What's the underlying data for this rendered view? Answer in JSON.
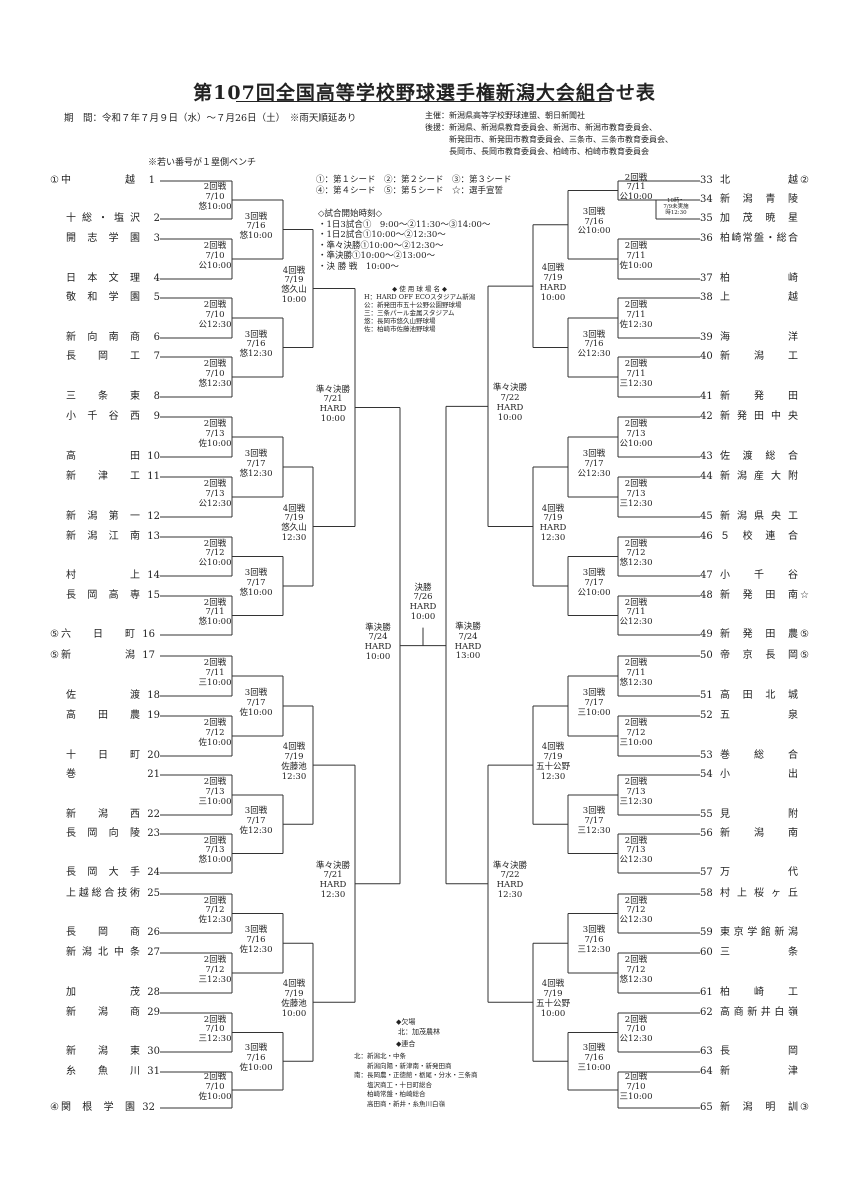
{
  "title": "第107回全国高等学校野球選手権新潟大会組合せ表",
  "period": "期　間：令和７年７月９日（水）～７月26日（土）　※雨天順延あり",
  "organizers": [
    "主催：新潟県高等学校野球連盟、朝日新聞社",
    "後援：新潟県、新潟県教育委員会、新潟市、新潟市教育委員会、",
    "　　　新発田市、新発田市教育委員会、三条市、三条市教育委員会、",
    "　　　長岡市、長岡市教育委員会、柏崎市、柏崎市教育委員会"
  ],
  "bench_note": "※若い番号が１塁側ベンチ",
  "seed_legend": [
    "①：第１シード　②：第２シード　③：第３シード",
    "④：第４シード　⑤：第５シード　☆：選手宣誓"
  ],
  "start_times": [
    "◇試合開始時刻◇",
    "・1日3試合①　9:00～②11:30～③14:00～",
    "・1日2試合①10:00～②12:30～",
    "・準々決勝①10:00～②12:30～",
    "・準決勝①10:00～②13:00～",
    "・決 勝 戦　10:00～"
  ],
  "venues": [
    "◆ 使 用 球 場 名 ◆",
    "H：HARD OFF ECOスタジアム新潟",
    "公：新発田市五十公野公園野球場",
    "三：三条パール金属スタジアム",
    "悠：長岡市悠久山野球場",
    "佐：柏崎市佐藤池野球場"
  ],
  "absent_title": "◆欠場",
  "absent": "北：加茂農林",
  "combined_title": "◆連合",
  "combined": [
    "北：新潟北・中条",
    "　　新潟向陽・新津南・新発田商",
    "南：長岡農・正徳館・栃尾・分水・三条商",
    "　　塩沢商工・十日町総合",
    "　　柏崎常盤・柏崎総合",
    "　　高田商・新井・糸魚川白嶺"
  ],
  "rainout_note": [
    "10時～",
    "7/9未実施",
    "時12:30"
  ],
  "left_teams": [
    {
      "num": "1",
      "name": "中越",
      "seed": "①"
    },
    {
      "num": "2",
      "name": "十総・塩沢",
      "seed": ""
    },
    {
      "num": "3",
      "name": "開志学園",
      "seed": ""
    },
    {
      "num": "4",
      "name": "日本文理",
      "seed": ""
    },
    {
      "num": "5",
      "name": "敬和学園",
      "seed": ""
    },
    {
      "num": "6",
      "name": "新向南商",
      "seed": ""
    },
    {
      "num": "7",
      "name": "長岡工",
      "seed": ""
    },
    {
      "num": "8",
      "name": "三条東",
      "seed": ""
    },
    {
      "num": "9",
      "name": "小千谷西",
      "seed": ""
    },
    {
      "num": "10",
      "name": "高田",
      "seed": ""
    },
    {
      "num": "11",
      "name": "新津工",
      "seed": ""
    },
    {
      "num": "12",
      "name": "新潟第一",
      "seed": ""
    },
    {
      "num": "13",
      "name": "新潟江南",
      "seed": ""
    },
    {
      "num": "14",
      "name": "村上",
      "seed": ""
    },
    {
      "num": "15",
      "name": "長岡高専",
      "seed": ""
    },
    {
      "num": "16",
      "name": "六日町",
      "seed": "⑤"
    },
    {
      "num": "17",
      "name": "新潟",
      "seed": "⑤"
    },
    {
      "num": "18",
      "name": "佐渡",
      "seed": ""
    },
    {
      "num": "19",
      "name": "高田農",
      "seed": ""
    },
    {
      "num": "20",
      "name": "十日町",
      "seed": ""
    },
    {
      "num": "21",
      "name": "巻",
      "seed": ""
    },
    {
      "num": "22",
      "name": "新潟西",
      "seed": ""
    },
    {
      "num": "23",
      "name": "長岡向陵",
      "seed": ""
    },
    {
      "num": "24",
      "name": "長岡大手",
      "seed": ""
    },
    {
      "num": "25",
      "name": "上越総合技術",
      "seed": ""
    },
    {
      "num": "26",
      "name": "長岡商",
      "seed": ""
    },
    {
      "num": "27",
      "name": "新潟北中条",
      "seed": ""
    },
    {
      "num": "28",
      "name": "加茂",
      "seed": ""
    },
    {
      "num": "29",
      "name": "新潟商",
      "seed": ""
    },
    {
      "num": "30",
      "name": "新潟東",
      "seed": ""
    },
    {
      "num": "31",
      "name": "糸魚川",
      "seed": ""
    },
    {
      "num": "32",
      "name": "関根学園",
      "seed": "④"
    }
  ],
  "right_teams": [
    {
      "num": "33",
      "name": "北越",
      "seed": "②"
    },
    {
      "num": "34",
      "name": "新潟青陵",
      "seed": ""
    },
    {
      "num": "35",
      "name": "加茂暁星",
      "seed": ""
    },
    {
      "num": "36",
      "name": "柏崎常盤・総合",
      "seed": ""
    },
    {
      "num": "37",
      "name": "柏崎",
      "seed": ""
    },
    {
      "num": "38",
      "name": "上越",
      "seed": ""
    },
    {
      "num": "39",
      "name": "海洋",
      "seed": ""
    },
    {
      "num": "40",
      "name": "新潟工",
      "seed": ""
    },
    {
      "num": "41",
      "name": "新発田",
      "seed": ""
    },
    {
      "num": "42",
      "name": "新発田中央",
      "seed": ""
    },
    {
      "num": "43",
      "name": "佐渡総合",
      "seed": ""
    },
    {
      "num": "44",
      "name": "新潟産大附",
      "seed": ""
    },
    {
      "num": "45",
      "name": "新潟県央工",
      "seed": ""
    },
    {
      "num": "46",
      "name": "５校連合",
      "seed": ""
    },
    {
      "num": "47",
      "name": "小千谷",
      "seed": ""
    },
    {
      "num": "48",
      "name": "新発田南",
      "seed": "☆"
    },
    {
      "num": "49",
      "name": "新発田農",
      "seed": "⑤"
    },
    {
      "num": "50",
      "name": "帝京長岡",
      "seed": "⑤"
    },
    {
      "num": "51",
      "name": "高田北城",
      "seed": ""
    },
    {
      "num": "52",
      "name": "五泉",
      "seed": ""
    },
    {
      "num": "53",
      "name": "巻総合",
      "seed": ""
    },
    {
      "num": "54",
      "name": "小出",
      "seed": ""
    },
    {
      "num": "55",
      "name": "見附",
      "seed": ""
    },
    {
      "num": "56",
      "name": "新潟南",
      "seed": ""
    },
    {
      "num": "57",
      "name": "万代",
      "seed": ""
    },
    {
      "num": "58",
      "name": "村上桜ヶ丘",
      "seed": ""
    },
    {
      "num": "59",
      "name": "東京学館新潟",
      "seed": ""
    },
    {
      "num": "60",
      "name": "三条",
      "seed": ""
    },
    {
      "num": "61",
      "name": "柏崎工",
      "seed": ""
    },
    {
      "num": "62",
      "name": "高商新井白嶺",
      "seed": ""
    },
    {
      "num": "63",
      "name": "長岡",
      "seed": ""
    },
    {
      "num": "64",
      "name": "新津",
      "seed": ""
    },
    {
      "num": "65",
      "name": "新潟明訓",
      "seed": "③"
    }
  ],
  "matches": {
    "r2_left": [
      [
        "2回戦",
        "7/10",
        "悠10:00"
      ],
      [
        "2回戦",
        "7/10",
        "公10:00"
      ],
      [
        "2回戦",
        "7/10",
        "公12:30"
      ],
      [
        "2回戦",
        "7/10",
        "悠12:30"
      ],
      [
        "2回戦",
        "7/13",
        "佐10:00"
      ],
      [
        "2回戦",
        "7/13",
        "公12:30"
      ],
      [
        "2回戦",
        "7/12",
        "公10:00"
      ],
      [
        "2回戦",
        "7/11",
        "悠10:00"
      ],
      [
        "2回戦",
        "7/11",
        "三10:00"
      ],
      [
        "2回戦",
        "7/12",
        "佐10:00"
      ],
      [
        "2回戦",
        "7/13",
        "三10:00"
      ],
      [
        "2回戦",
        "7/13",
        "悠10:00"
      ],
      [
        "2回戦",
        "7/12",
        "佐12:30"
      ],
      [
        "2回戦",
        "7/12",
        "三12:30"
      ],
      [
        "2回戦",
        "7/10",
        "三12:30"
      ],
      [
        "2回戦",
        "7/10",
        "佐10:00"
      ]
    ],
    "r3_left": [
      [
        "3回戦",
        "7/16",
        "悠10:00"
      ],
      [
        "3回戦",
        "7/16",
        "悠12:30"
      ],
      [
        "3回戦",
        "7/17",
        "悠12:30"
      ],
      [
        "3回戦",
        "7/17",
        "悠10:00"
      ],
      [
        "3回戦",
        "7/17",
        "佐10:00"
      ],
      [
        "3回戦",
        "7/17",
        "佐12:30"
      ],
      [
        "3回戦",
        "7/16",
        "佐12:30"
      ],
      [
        "3回戦",
        "7/16",
        "佐10:00"
      ]
    ],
    "r4_left": [
      [
        "4回戦",
        "7/19",
        "悠久山",
        "10:00"
      ],
      [
        "4回戦",
        "7/19",
        "悠久山",
        "12:30"
      ],
      [
        "4回戦",
        "7/19",
        "佐藤池",
        "12:30"
      ],
      [
        "4回戦",
        "7/19",
        "佐藤池",
        "10:00"
      ]
    ],
    "qf_left": [
      [
        "準々決勝",
        "7/21",
        "HARD",
        "10:00"
      ],
      [
        "準々決勝",
        "7/21",
        "HARD",
        "12:30"
      ]
    ],
    "sf_left": [
      "準決勝",
      "7/24",
      "HARD",
      "10:00"
    ],
    "final": [
      "決勝",
      "7/26",
      "HARD",
      "10:00"
    ],
    "sf_right": [
      "準決勝",
      "7/24",
      "HARD",
      "13:00"
    ],
    "qf_right": [
      [
        "準々決勝",
        "7/22",
        "HARD",
        "10:00"
      ],
      [
        "準々決勝",
        "7/22",
        "HARD",
        "12:30"
      ]
    ],
    "r4_right": [
      [
        "4回戦",
        "7/19",
        "HARD",
        "10:00"
      ],
      [
        "4回戦",
        "7/19",
        "HARD",
        "12:30"
      ],
      [
        "4回戦",
        "7/19",
        "五十公野",
        "12:30"
      ],
      [
        "4回戦",
        "7/19",
        "五十公野",
        "10:00"
      ]
    ],
    "r3_right": [
      [
        "3回戦",
        "7/16",
        "公10:00"
      ],
      [
        "3回戦",
        "7/16",
        "公12:30"
      ],
      [
        "3回戦",
        "7/17",
        "公12:30"
      ],
      [
        "3回戦",
        "7/17",
        "公10:00"
      ],
      [
        "3回戦",
        "7/17",
        "三10:00"
      ],
      [
        "3回戦",
        "7/17",
        "三12:30"
      ],
      [
        "3回戦",
        "7/16",
        "三12:30"
      ],
      [
        "3回戦",
        "7/16",
        "三10:00"
      ]
    ],
    "r2_right": [
      [
        "2回戦",
        "7/11",
        "公10:00"
      ],
      [
        "2回戦",
        "7/11",
        "佐10:00"
      ],
      [
        "2回戦",
        "7/11",
        "佐12:30"
      ],
      [
        "2回戦",
        "7/11",
        "三12:30"
      ],
      [
        "2回戦",
        "7/13",
        "公10:00"
      ],
      [
        "2回戦",
        "7/13",
        "三12:30"
      ],
      [
        "2回戦",
        "7/12",
        "悠12:30"
      ],
      [
        "2回戦",
        "7/11",
        "公12:30"
      ],
      [
        "2回戦",
        "7/11",
        "悠12:30"
      ],
      [
        "2回戦",
        "7/12",
        "三10:00"
      ],
      [
        "2回戦",
        "7/13",
        "三12:30"
      ],
      [
        "2回戦",
        "7/13",
        "公12:30"
      ],
      [
        "2回戦",
        "7/12",
        "公12:30"
      ],
      [
        "2回戦",
        "7/12",
        "悠12:30"
      ],
      [
        "2回戦",
        "7/10",
        "公12:30"
      ],
      [
        "2回戦",
        "7/10",
        "三10:00"
      ]
    ]
  }
}
